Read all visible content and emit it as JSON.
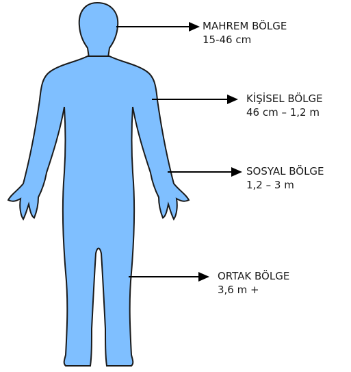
{
  "colors": {
    "body_fill": "#7FBFFF",
    "body_stroke": "#1A1A1A",
    "arrow": "#000000"
  },
  "zones": [
    {
      "name": "MAHREM BÖLGE",
      "range": "15-46 cm"
    },
    {
      "name": "KİŞİSEL BÖLGE",
      "range": "46 cm – 1,2 m"
    },
    {
      "name": "SOSYAL BÖLGE",
      "range": "1,2 – 3 m"
    },
    {
      "name": "ORTAK BÖLGE",
      "range": "3,6 m +"
    }
  ]
}
